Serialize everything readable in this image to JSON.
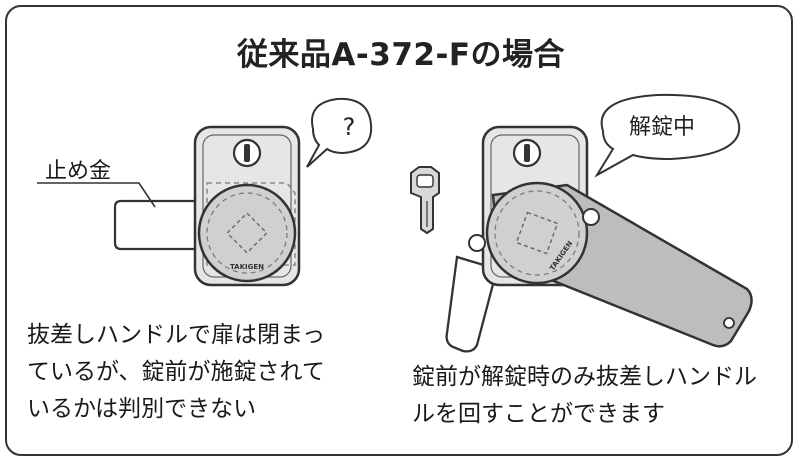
{
  "title": "従来品A-372-Fの場合",
  "left_panel": {
    "label_stopper": "止め金",
    "bubble_text": "?",
    "brand_text": "TAKIGEN",
    "caption_lines": [
      "抜差しハンドルで扉は閉まっ",
      "ているが、錠前が施錠されて",
      "いるかは判別できない"
    ]
  },
  "right_panel": {
    "bubble_text": "解錠中",
    "brand_text": "TAKIGEN",
    "caption_lines": [
      "錠前が解錠時のみ抜差しハンドル",
      "ルを回すことができます"
    ]
  },
  "colors": {
    "outline": "#333333",
    "lock_body": "#e6e6e6",
    "knob": "#cfcfcf",
    "handle": "#bdbdbd"
  }
}
